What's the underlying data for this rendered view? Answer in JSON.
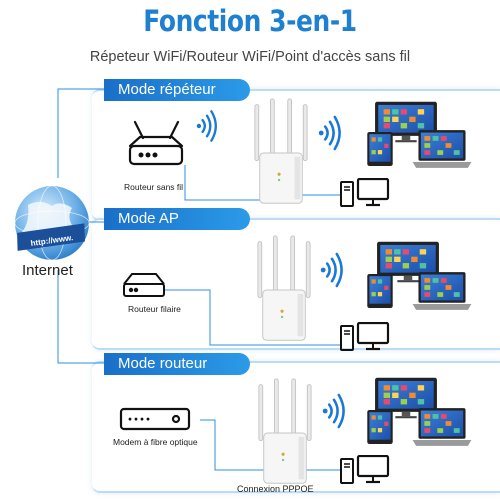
{
  "header": {
    "title": "Fonction 3-en-1",
    "subtitle": "Répeteur WiFi/Routeur WiFi/Point d'accès sans fil"
  },
  "modes": [
    {
      "label": "Mode répéteur",
      "device_label": "Routeur sans fil"
    },
    {
      "label": "Mode AP",
      "device_label": "Routeur filaire"
    },
    {
      "label": "Mode routeur",
      "device_label": "Modem à fibre optique"
    }
  ],
  "internet": {
    "label": "Internet",
    "url_text": "http://www."
  },
  "connexion_label": "Connexion PPPOE",
  "colors": {
    "accent": "#1f7fd1",
    "wifi": "#1a78d6",
    "line": "#2c8fe0"
  },
  "icons": [
    "globe-icon",
    "wireless-router-icon",
    "wired-router-icon",
    "fiber-modem-icon",
    "repeater-icon",
    "wifi-signal-icon",
    "laptop-icon",
    "tablet-icon",
    "monitor-icon",
    "desktop-pc-icon"
  ]
}
